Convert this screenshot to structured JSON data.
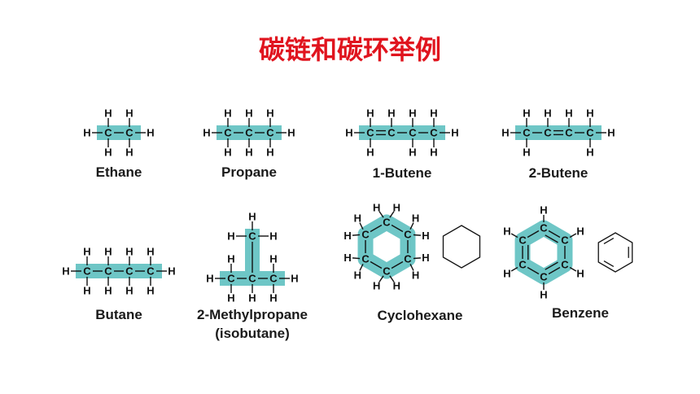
{
  "page_title": "碳链和碳环举例",
  "atom_labels": {
    "carbon": "C",
    "hydrogen": "H"
  },
  "colors": {
    "title": "#e0141e",
    "highlight": "#6ec6c6",
    "bond": "#111111"
  },
  "molecules": [
    {
      "id": "ethane",
      "name": "Ethane",
      "skeleton": "chain",
      "carbons": 2,
      "double_bond": null
    },
    {
      "id": "propane",
      "name": "Propane",
      "skeleton": "chain",
      "carbons": 3,
      "double_bond": null
    },
    {
      "id": "1-butene",
      "name": "1-Butene",
      "skeleton": "chain",
      "carbons": 4,
      "double_bond": 1
    },
    {
      "id": "2-butene",
      "name": "2-Butene",
      "skeleton": "chain",
      "carbons": 4,
      "double_bond": 2
    },
    {
      "id": "butane",
      "name": "Butane",
      "skeleton": "chain",
      "carbons": 4,
      "double_bond": null
    },
    {
      "id": "2-methylpropane",
      "name": "2-Methylpropane",
      "alt_name": "(isobutane)",
      "skeleton": "branched",
      "carbons": 4,
      "double_bond": null
    },
    {
      "id": "cyclohexane",
      "name": "Cyclohexane",
      "skeleton": "ring",
      "carbons": 6,
      "aromatic": false,
      "skeletal_formula": "hexagon"
    },
    {
      "id": "benzene",
      "name": "Benzene",
      "skeleton": "ring",
      "carbons": 6,
      "aromatic": true,
      "skeletal_formula": "hexagon-with-alternating-double-bonds"
    }
  ]
}
